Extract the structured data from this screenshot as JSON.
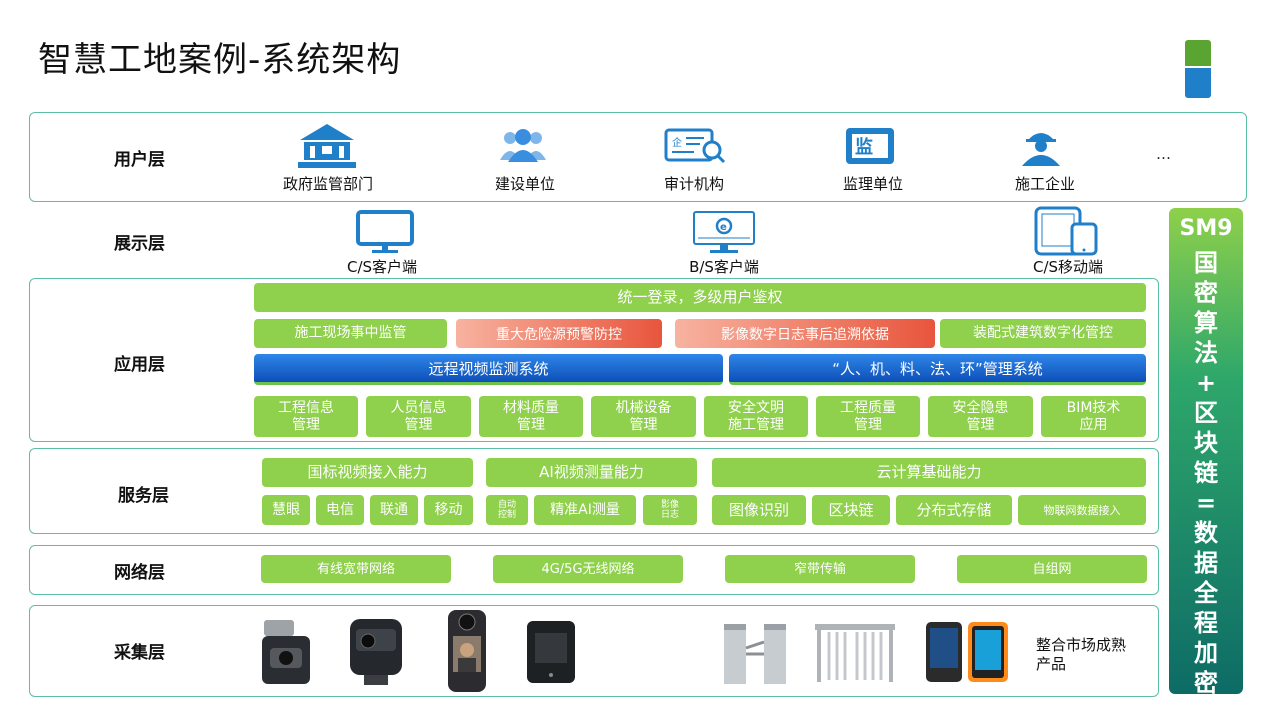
{
  "title": "智慧工地案例-系统架构",
  "layers": {
    "user": "用户层",
    "display": "展示层",
    "app": "应用层",
    "service": "服务层",
    "network": "网络层",
    "collect": "采集层"
  },
  "user_items": [
    "政府监管部门",
    "建设单位",
    "审计机构",
    "监理单位",
    "施工企业"
  ],
  "user_more": "…",
  "display_items": [
    "C/S客户端",
    "B/S客户端",
    "C/S移动端"
  ],
  "app": {
    "row1": "统一登录，多级用户鉴权",
    "row2": [
      "施工现场事中监管",
      "重大危险源预警防控",
      "影像数字日志事后追溯依据",
      "装配式建筑数字化管控"
    ],
    "row3": [
      "远程视频监测系统",
      "“人、机、料、法、环”管理系统"
    ],
    "row4": [
      [
        "工程信息",
        "管理"
      ],
      [
        "人员信息",
        "管理"
      ],
      [
        "材料质量",
        "管理"
      ],
      [
        "机械设备",
        "管理"
      ],
      [
        "安全文明",
        "施工管理"
      ],
      [
        "工程质量",
        "管理"
      ],
      [
        "安全隐患",
        "管理"
      ],
      [
        "BIM技术",
        "应用"
      ]
    ]
  },
  "service": {
    "headers": [
      "国标视频接入能力",
      "AI视频测量能力",
      "云计算基础能力"
    ],
    "group1": [
      "慧眼",
      "电信",
      "联通",
      "移动"
    ],
    "group2": [
      [
        "自动",
        "控制"
      ],
      "精准AI测量",
      [
        "影像",
        "日志"
      ]
    ],
    "group3": [
      "图像识别",
      "区块链",
      "分布式存储",
      "物联网数据接入"
    ]
  },
  "network_items": [
    "有线宽带网络",
    "4G/5G无线网络",
    "窄带传输",
    "自组网"
  ],
  "collect_note": [
    "整合市场成熟",
    "产品"
  ],
  "side": {
    "sm9": "SM9",
    "chars": [
      "国",
      "密",
      "算",
      "法",
      "+",
      "区",
      "块",
      "链",
      "=",
      "数",
      "据",
      "全",
      "程",
      "加",
      "密"
    ]
  },
  "colors": {
    "green": "#8fd04c",
    "blue": "#0d4fb8",
    "orange": "#e8553c",
    "panel_border": "#5bbfa5"
  }
}
